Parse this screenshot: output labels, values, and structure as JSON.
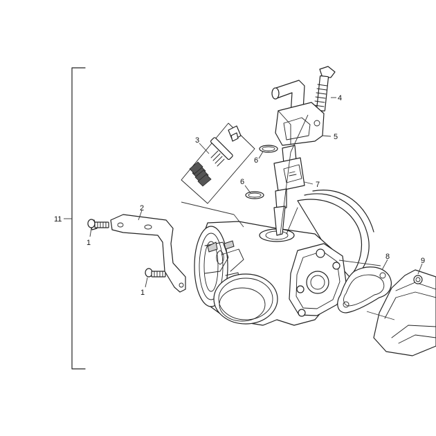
{
  "callouts": {
    "c1a": "1",
    "c1b": "1",
    "c2": "2",
    "c3": "3",
    "c4": "4",
    "c5": "5",
    "c6a": "6",
    "c6b": "6",
    "c7": "7",
    "c8": "8",
    "c9": "9",
    "c11": "11"
  }
}
